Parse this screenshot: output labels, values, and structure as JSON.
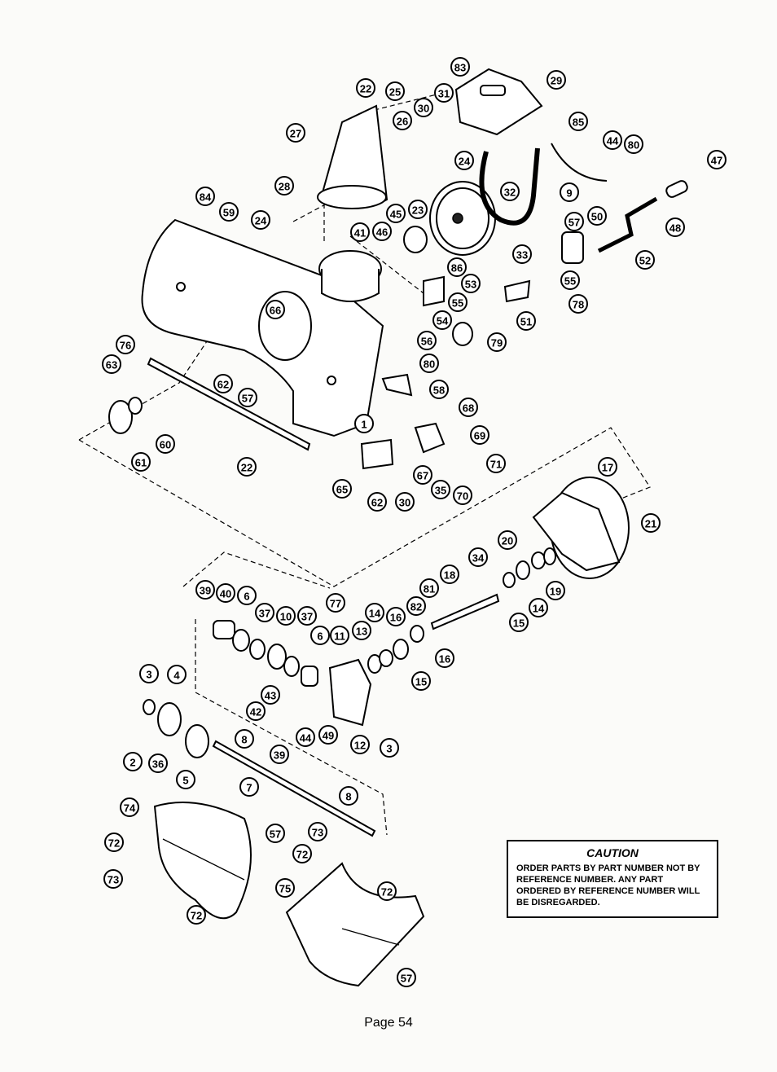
{
  "caution": {
    "title": "CAUTION",
    "text": "ORDER PARTS BY PART NUMBER NOT BY REFERENCE NUMBER. ANY PART ORDERED BY REFERENCE NUMBER WILL BE DISREGARDED."
  },
  "page": {
    "label": "Page 54"
  },
  "callouts": [
    "83",
    "29",
    "22",
    "25",
    "31",
    "30",
    "26",
    "27",
    "85",
    "44",
    "80",
    "47",
    "24",
    "28",
    "32",
    "9",
    "84",
    "59",
    "24",
    "23",
    "45",
    "48",
    "57",
    "50",
    "41",
    "46",
    "33",
    "52",
    "86",
    "53",
    "55",
    "78",
    "66",
    "55",
    "54",
    "51",
    "76",
    "63",
    "56",
    "79",
    "80",
    "62",
    "57",
    "58",
    "68",
    "1",
    "69",
    "60",
    "61",
    "22",
    "71",
    "65",
    "67",
    "35",
    "70",
    "62",
    "30",
    "17",
    "21",
    "20",
    "34",
    "39",
    "40",
    "6",
    "77",
    "18",
    "81",
    "19",
    "37",
    "10",
    "37",
    "14",
    "16",
    "82",
    "14",
    "15",
    "6",
    "11",
    "13",
    "16",
    "15",
    "3",
    "4",
    "43",
    "42",
    "44",
    "49",
    "12",
    "3",
    "2",
    "36",
    "5",
    "8",
    "39",
    "7",
    "8",
    "74",
    "57",
    "73",
    "72",
    "72",
    "73",
    "75",
    "72",
    "72",
    "57"
  ]
}
